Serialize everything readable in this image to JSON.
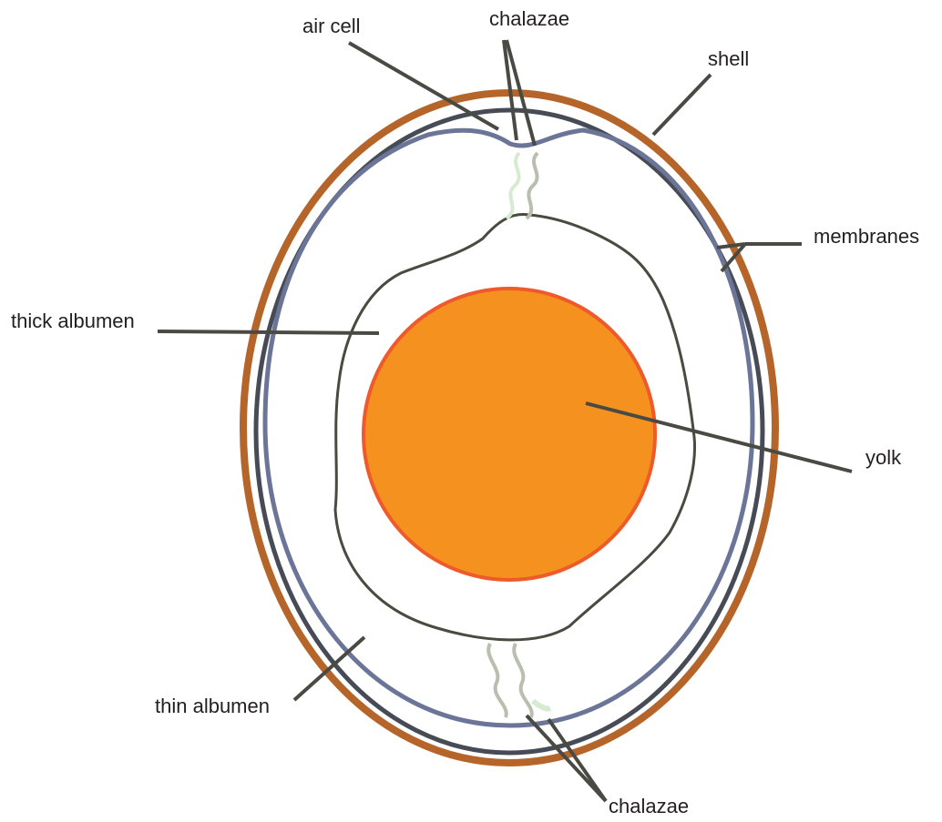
{
  "diagram": {
    "labels": {
      "air_cell": "air cell",
      "chalazae_top": "chalazae",
      "shell": "shell",
      "membranes": "membranes",
      "thick_albumen": "thick albumen",
      "yolk": "yolk",
      "thin_albumen": "thin albumen",
      "chalazae_bottom": "chalazae"
    },
    "colors": {
      "shell": "#b5652a",
      "outer_membrane": "#474b56",
      "inner_membrane": "#6a7598",
      "thick_albumen_outline": "#4a4a40",
      "yolk_fill": "#f5921f",
      "yolk_outline": "#ee5a2a",
      "leader_lines": "#4a4a44",
      "chalazae": "#b9bfae",
      "chalazae_tint": "#d6ebd2",
      "label_text": "#231f20"
    }
  }
}
